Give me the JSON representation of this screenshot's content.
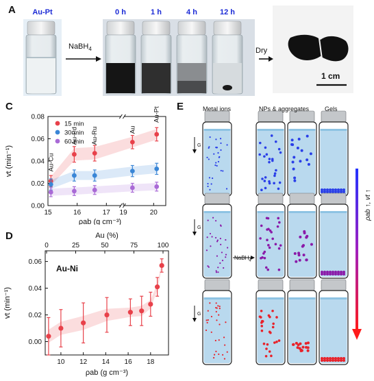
{
  "panels": {
    "a": "A",
    "c": "C",
    "d": "D",
    "e": "E"
  },
  "panel_a": {
    "vial_labels": [
      "Au-Pt",
      "0 h",
      "1 h",
      "4 h",
      "12 h"
    ],
    "reagent": "NaBH",
    "reagent_sub": "4",
    "dry_label": "Dry",
    "scale_bar": "1 cm"
  },
  "panel_e": {
    "col_titles": [
      "Metal ions",
      "NPs & aggregates",
      "Gels"
    ],
    "gravity": "G",
    "reagent": "NaBH",
    "reagent_sub": "4",
    "trend_label": "ρab ↑, vt ↑",
    "row_colors": [
      "#2a3fe8",
      "#8a1aa8",
      "#e8222a"
    ]
  },
  "chart_data": [
    {
      "type": "scatter",
      "panel": "C",
      "xlabel": "ρab (g cm⁻³)",
      "ylabel": "vt (min⁻¹)",
      "x_ticks": [
        "15",
        "16",
        "17",
        "19",
        "20"
      ],
      "y_ticks": [
        "0.00",
        "0.02",
        "0.04",
        "0.06",
        "0.08"
      ],
      "ylim": [
        0,
        0.08
      ],
      "categories": [
        "Au-Cu",
        "Au-Pd",
        "Au-Ru",
        "Au",
        "Au-Pt"
      ],
      "x": [
        15.1,
        15.9,
        16.6,
        19.3,
        20.1
      ],
      "series": [
        {
          "name": "15 min",
          "color": "#e8414a",
          "values": [
            0.022,
            0.046,
            0.047,
            0.057,
            0.064
          ],
          "err": [
            0.005,
            0.007,
            0.007,
            0.006,
            0.006
          ]
        },
        {
          "name": "30 min",
          "color": "#3a86d6",
          "values": [
            0.019,
            0.027,
            0.027,
            0.031,
            0.033
          ],
          "err": [
            0.005,
            0.005,
            0.005,
            0.005,
            0.005
          ]
        },
        {
          "name": "60 min",
          "color": "#a96ad6",
          "values": [
            0.012,
            0.013,
            0.014,
            0.016,
            0.017
          ],
          "err": [
            0.004,
            0.004,
            0.004,
            0.004,
            0.004
          ]
        }
      ]
    },
    {
      "type": "scatter",
      "panel": "D",
      "title": "Au-Ni",
      "xlabel": "ρab (g cm⁻³)",
      "ylabel": "vt (min⁻¹)",
      "top_xlabel": "Au (%)",
      "top_ticks": [
        "0",
        "25",
        "50",
        "75",
        "100"
      ],
      "x_ticks": [
        "10",
        "12",
        "14",
        "16",
        "18"
      ],
      "y_ticks": [
        "0.00",
        "0.02",
        "0.04",
        "0.06"
      ],
      "xlim": [
        8.6,
        19.6
      ],
      "ylim": [
        -0.01,
        0.068
      ],
      "color": "#e8414a",
      "x": [
        8.9,
        10.0,
        12.0,
        14.1,
        16.2,
        17.2,
        18.0,
        18.6,
        19.0
      ],
      "values": [
        0.004,
        0.01,
        0.014,
        0.02,
        0.022,
        0.023,
        0.028,
        0.041,
        0.057
      ],
      "err": [
        0.014,
        0.014,
        0.015,
        0.013,
        0.01,
        0.011,
        0.009,
        0.007,
        0.005
      ]
    }
  ]
}
